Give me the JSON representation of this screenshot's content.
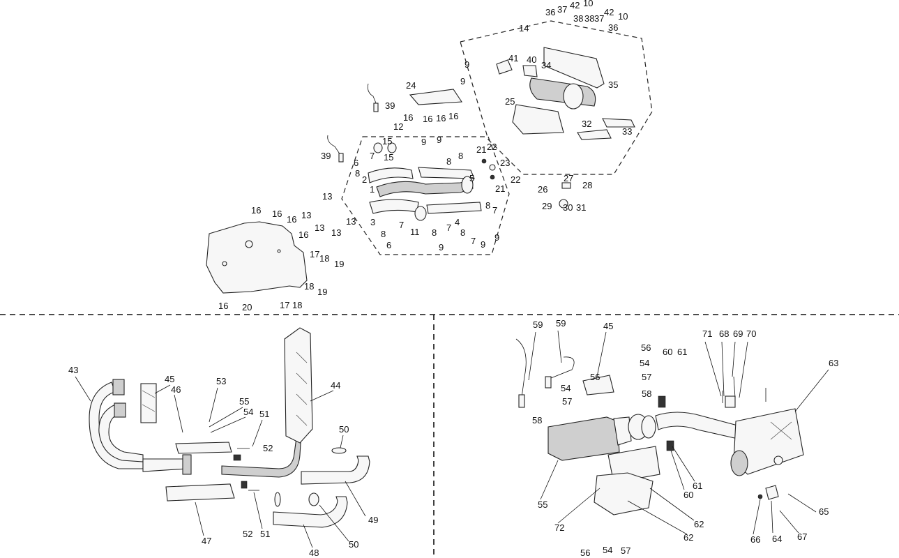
{
  "diagram": {
    "top_section": {
      "labels": [
        "1",
        "2",
        "3",
        "4",
        "5",
        "6",
        "7",
        "8",
        "9",
        "10",
        "11",
        "12",
        "13",
        "14",
        "15",
        "16",
        "17",
        "18",
        "19",
        "20",
        "21",
        "22",
        "23",
        "24",
        "25",
        "26",
        "27",
        "28",
        "29",
        "30",
        "31",
        "32",
        "33",
        "34",
        "35",
        "36",
        "37",
        "38",
        "39",
        "40",
        "41",
        "42"
      ]
    },
    "bottom_left_section": {
      "labels": [
        "43",
        "44",
        "45",
        "46",
        "47",
        "48",
        "49",
        "50",
        "51",
        "52",
        "53",
        "54",
        "55"
      ]
    },
    "bottom_right_section": {
      "labels": [
        "45",
        "54",
        "55",
        "56",
        "57",
        "58",
        "59",
        "60",
        "61",
        "62",
        "63",
        "64",
        "65",
        "66",
        "67",
        "68",
        "69",
        "70",
        "71",
        "72"
      ]
    }
  }
}
